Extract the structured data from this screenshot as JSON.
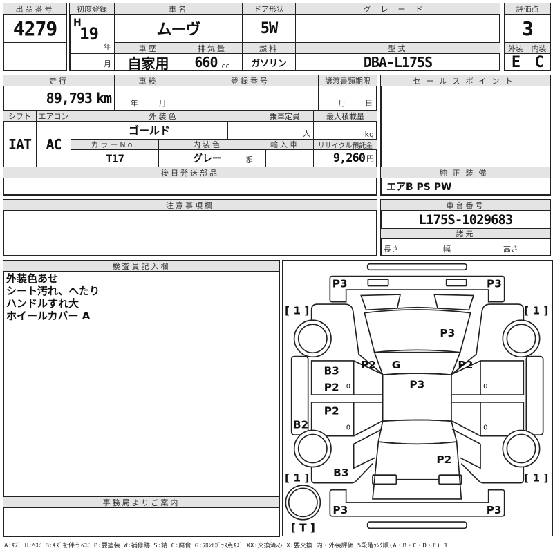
{
  "lot": {
    "label": "出品番号",
    "value": "4279"
  },
  "first_reg": {
    "label": "初度登録",
    "era": "H",
    "year": "19",
    "year_unit": "年",
    "month_unit": "月"
  },
  "car_name": {
    "label": "車名",
    "value": "ムーヴ"
  },
  "door": {
    "label": "ドア形状",
    "value": "5W"
  },
  "grade": {
    "label": "グレード",
    "value": ""
  },
  "history": {
    "label": "車歴",
    "value": "自家用"
  },
  "displacement": {
    "label": "排気量",
    "value": "660",
    "unit": "cc"
  },
  "fuel": {
    "label": "燃料",
    "value": "ガソリン"
  },
  "model": {
    "label": "型式",
    "value": "DBA-L175S"
  },
  "score": {
    "label": "評価点",
    "value": "3",
    "ext_label": "外装",
    "int_label": "内装",
    "ext": "E",
    "int": "C"
  },
  "mileage": {
    "label": "走行",
    "value": "89,793",
    "unit": "km"
  },
  "inspection": {
    "label": "車検",
    "year_unit": "年",
    "month_unit": "月"
  },
  "reg_no": {
    "label": "登録番号"
  },
  "transfer": {
    "label": "譲渡書類期限",
    "month_unit": "月",
    "day_unit": "日"
  },
  "shift": {
    "label": "シフト",
    "value": "IAT"
  },
  "ac": {
    "label": "エアコン",
    "value": "AC"
  },
  "ext_color": {
    "label": "外装色",
    "value": "ゴールド"
  },
  "capacity": {
    "label": "乗車定員",
    "unit": "人"
  },
  "max_load": {
    "label": "最大積載量",
    "unit": "kg"
  },
  "color_no": {
    "label": "カラーNo.",
    "value": "T17"
  },
  "int_color": {
    "label": "内装色",
    "value": "グレー",
    "suffix": "系"
  },
  "import": {
    "label": "輸入車"
  },
  "recycle": {
    "label": "リサイクル預託金",
    "value": "9,260",
    "unit": "円"
  },
  "later_parts": {
    "label": "後日発送部品"
  },
  "sales_point": {
    "label": "セールスポイント"
  },
  "equipment": {
    "label": "純正装備",
    "value": "エアB PS PW"
  },
  "caution": {
    "label": "注意事項欄"
  },
  "chassis": {
    "label": "車台番号",
    "value": "L175S-1029683"
  },
  "specs": {
    "label": "諸元",
    "length": "長さ",
    "width": "幅",
    "height": "高さ"
  },
  "inspector": {
    "label": "検査員記入欄",
    "lines": [
      "外装色あせ",
      "シート汚れ、へたり",
      "ハンドルすれ大",
      "ホイールカバー A"
    ]
  },
  "office": {
    "label": "事務局よりご案内"
  },
  "diagram": {
    "marks": [
      "P3",
      "P3",
      "[ 1 ]",
      "[ 1 ]",
      "P3",
      "P2",
      "G",
      "P2",
      "B3",
      "P2",
      "P3",
      "P2",
      "B2",
      "P2",
      "B3",
      "[ 1 ]",
      "[ 1 ]",
      "P3",
      "P3",
      "[ T ]",
      "0",
      "0",
      "0",
      "0"
    ]
  },
  "legend": "A:ｷｽﾞ U:ﾍｺﾐ B:ｷｽﾞを伴うﾍｺﾐ P:要塗装 W:補修跡 S:錆 C:腐食 G:ﾌﾛﾝﾄｶﾞﾗｽ点ｷｽﾞ XX:交換済み X:要交換 内・外装評価 5段階ﾗﾝｸ順(A・B・C・D・E) 1"
}
